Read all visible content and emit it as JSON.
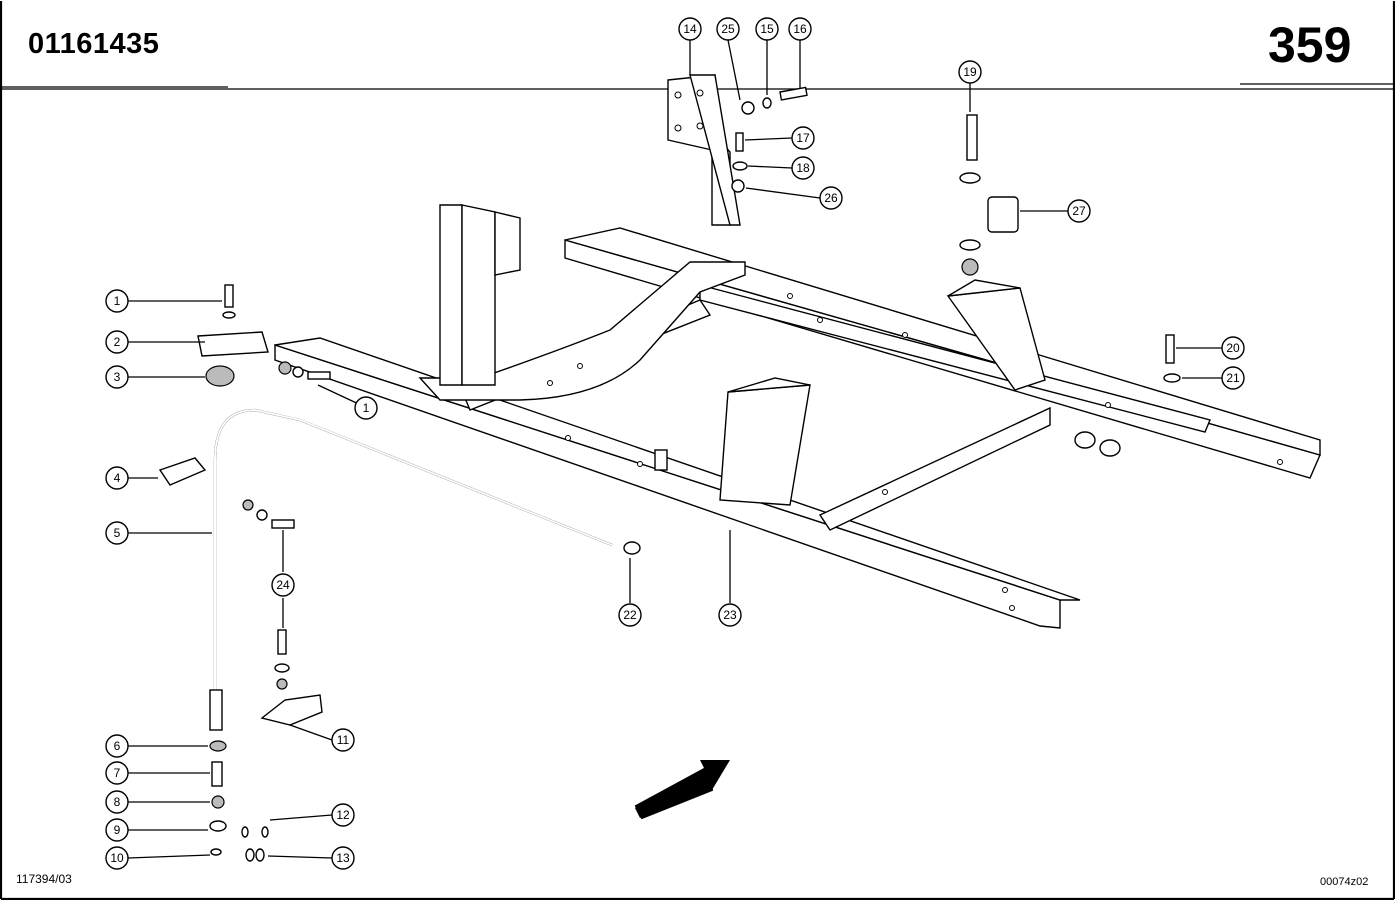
{
  "header": {
    "part_number": "01161435",
    "page_number": "359"
  },
  "footer": {
    "drawing_ref": "117394/03",
    "image_ref": "00074z02"
  },
  "callouts": [
    {
      "id": "c1a",
      "label": "1"
    },
    {
      "id": "c1b",
      "label": "1"
    },
    {
      "id": "c2",
      "label": "2"
    },
    {
      "id": "c3",
      "label": "3"
    },
    {
      "id": "c4",
      "label": "4"
    },
    {
      "id": "c5",
      "label": "5"
    },
    {
      "id": "c6",
      "label": "6"
    },
    {
      "id": "c7",
      "label": "7"
    },
    {
      "id": "c8",
      "label": "8"
    },
    {
      "id": "c9",
      "label": "9"
    },
    {
      "id": "c10",
      "label": "10"
    },
    {
      "id": "c11",
      "label": "11"
    },
    {
      "id": "c12",
      "label": "12"
    },
    {
      "id": "c13",
      "label": "13"
    },
    {
      "id": "c14",
      "label": "14"
    },
    {
      "id": "c15",
      "label": "15"
    },
    {
      "id": "c16",
      "label": "16"
    },
    {
      "id": "c17",
      "label": "17"
    },
    {
      "id": "c18",
      "label": "18"
    },
    {
      "id": "c19",
      "label": "19"
    },
    {
      "id": "c20",
      "label": "20"
    },
    {
      "id": "c21",
      "label": "21"
    },
    {
      "id": "c22",
      "label": "22"
    },
    {
      "id": "c23",
      "label": "23"
    },
    {
      "id": "c24",
      "label": "24"
    },
    {
      "id": "c25",
      "label": "25"
    },
    {
      "id": "c26",
      "label": "26"
    },
    {
      "id": "c27",
      "label": "27"
    }
  ]
}
